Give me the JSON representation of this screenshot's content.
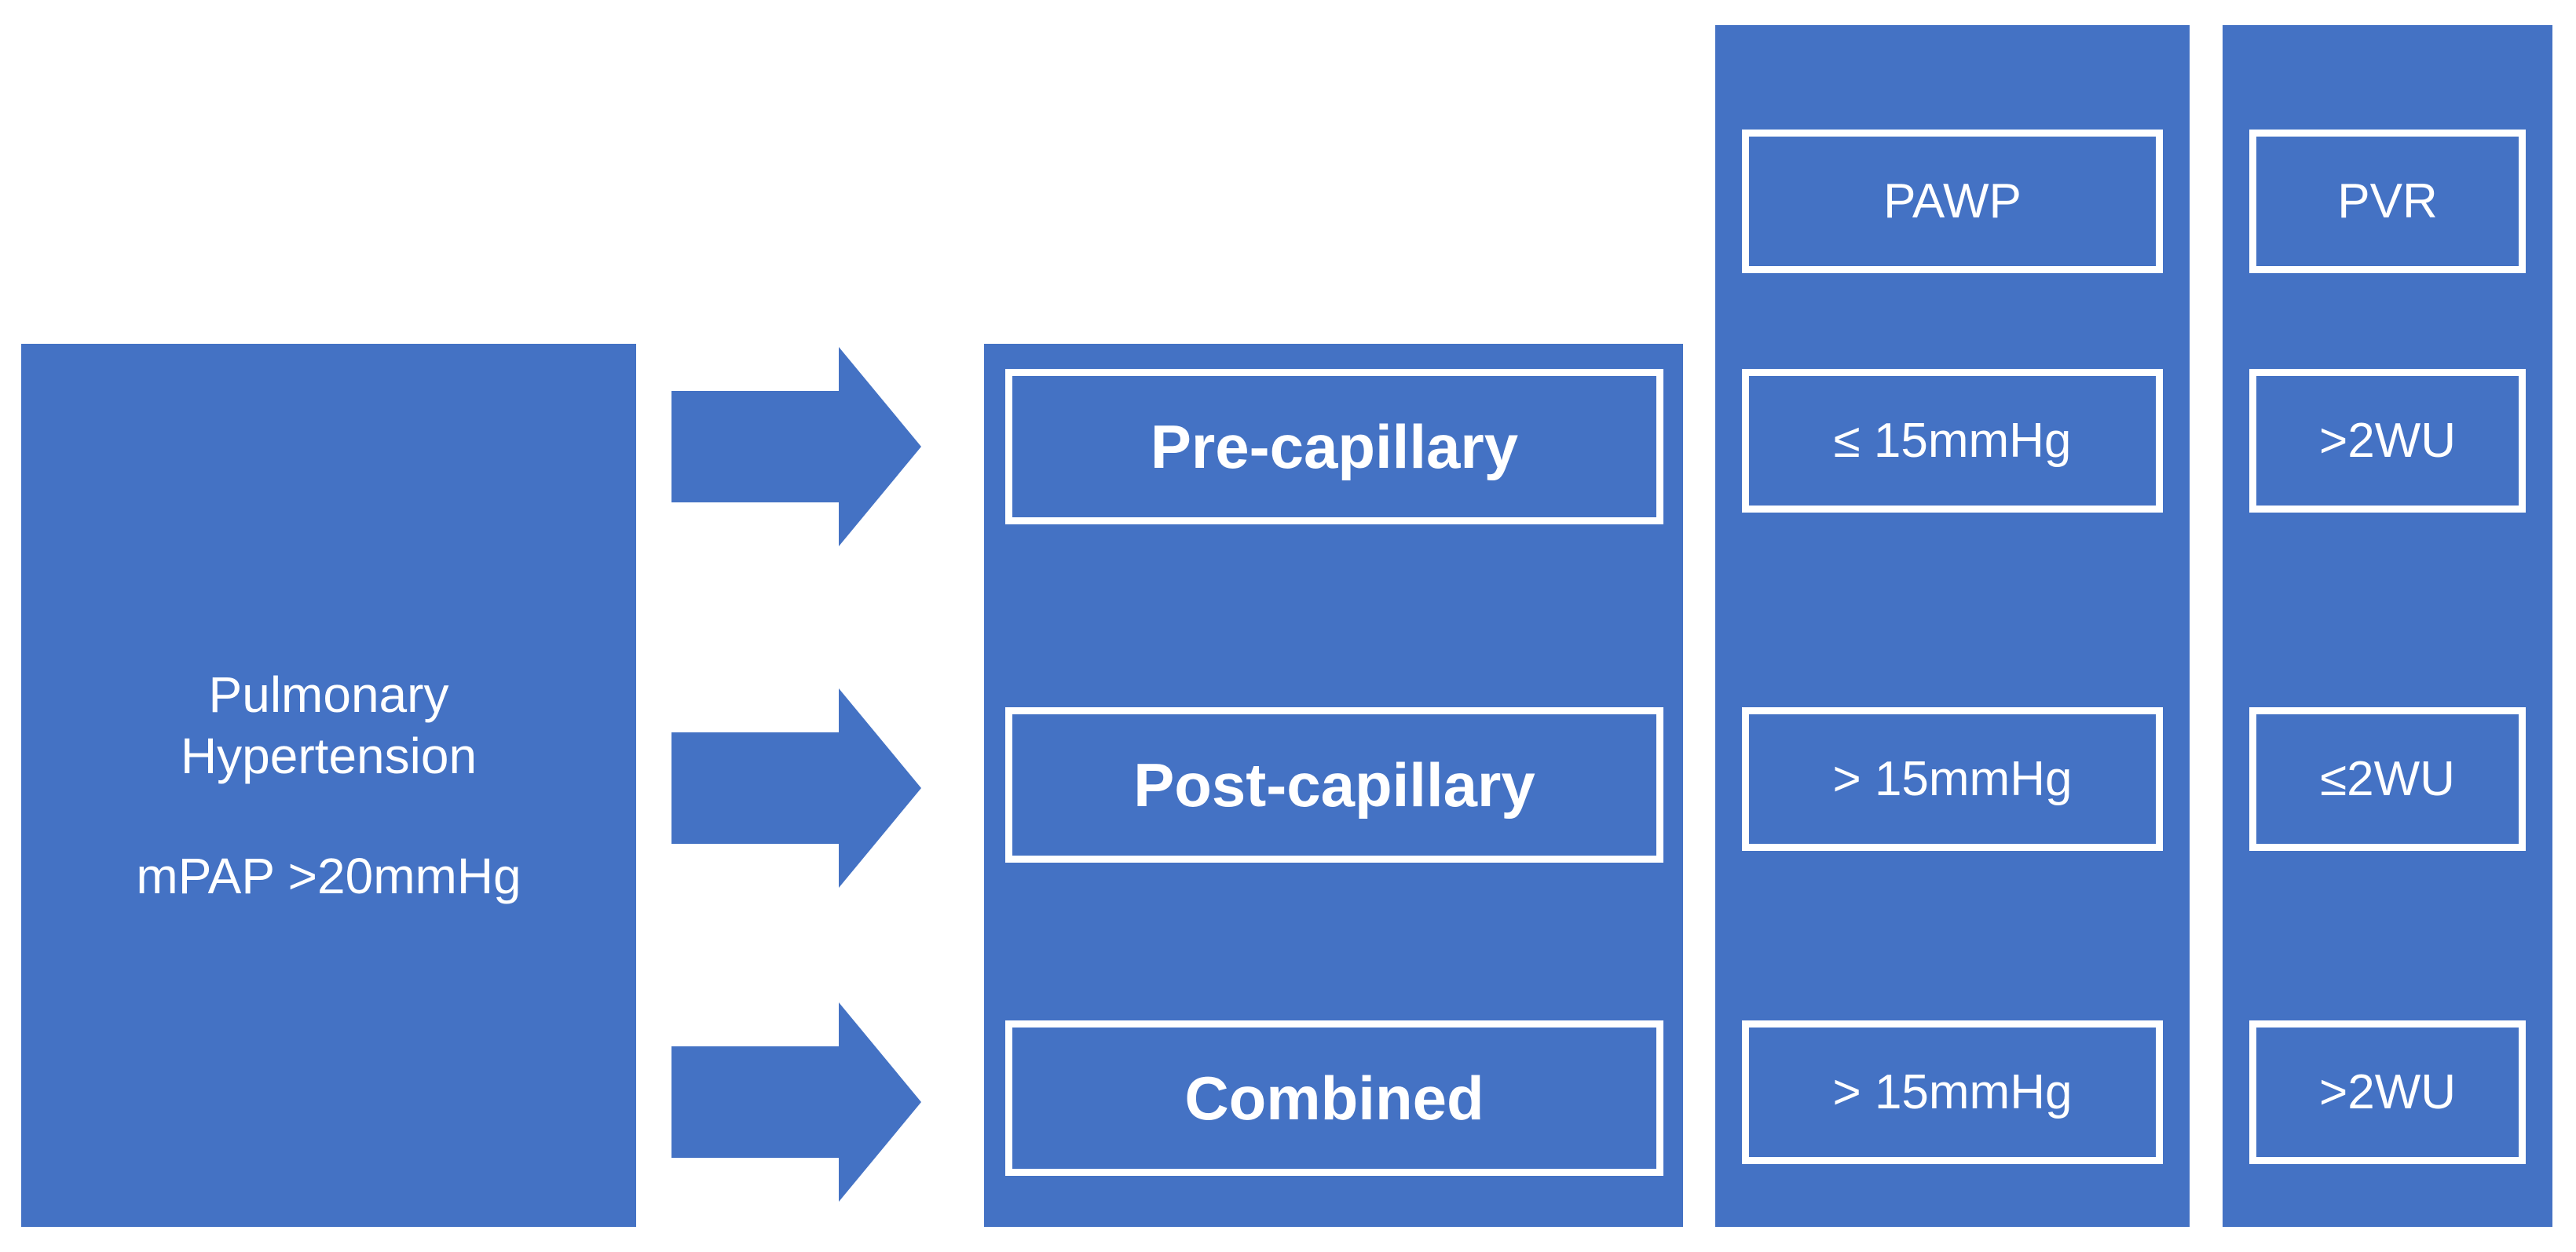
{
  "colors": {
    "accent": "#4472C4",
    "outline": "#FFFFFF",
    "background": "#FFFFFF",
    "text": "#FFFFFF"
  },
  "source": {
    "title_line_1": "Pulmonary",
    "title_line_2": "Hypertension",
    "criterion": "mPAP >20mmHg"
  },
  "arrows": [
    {
      "name": "arrow-to-pre-capillary"
    },
    {
      "name": "arrow-to-post-capillary"
    },
    {
      "name": "arrow-to-combined"
    }
  ],
  "categories": [
    {
      "label": "Pre-capillary"
    },
    {
      "label": "Post-capillary"
    },
    {
      "label": "Combined"
    }
  ],
  "pawp": {
    "header": "PAWP",
    "values": [
      "≤ 15mmHg",
      "> 15mmHg",
      "> 15mmHg"
    ]
  },
  "pvr": {
    "header": "PVR",
    "values": [
      ">2WU",
      "≤2WU",
      ">2WU"
    ]
  }
}
